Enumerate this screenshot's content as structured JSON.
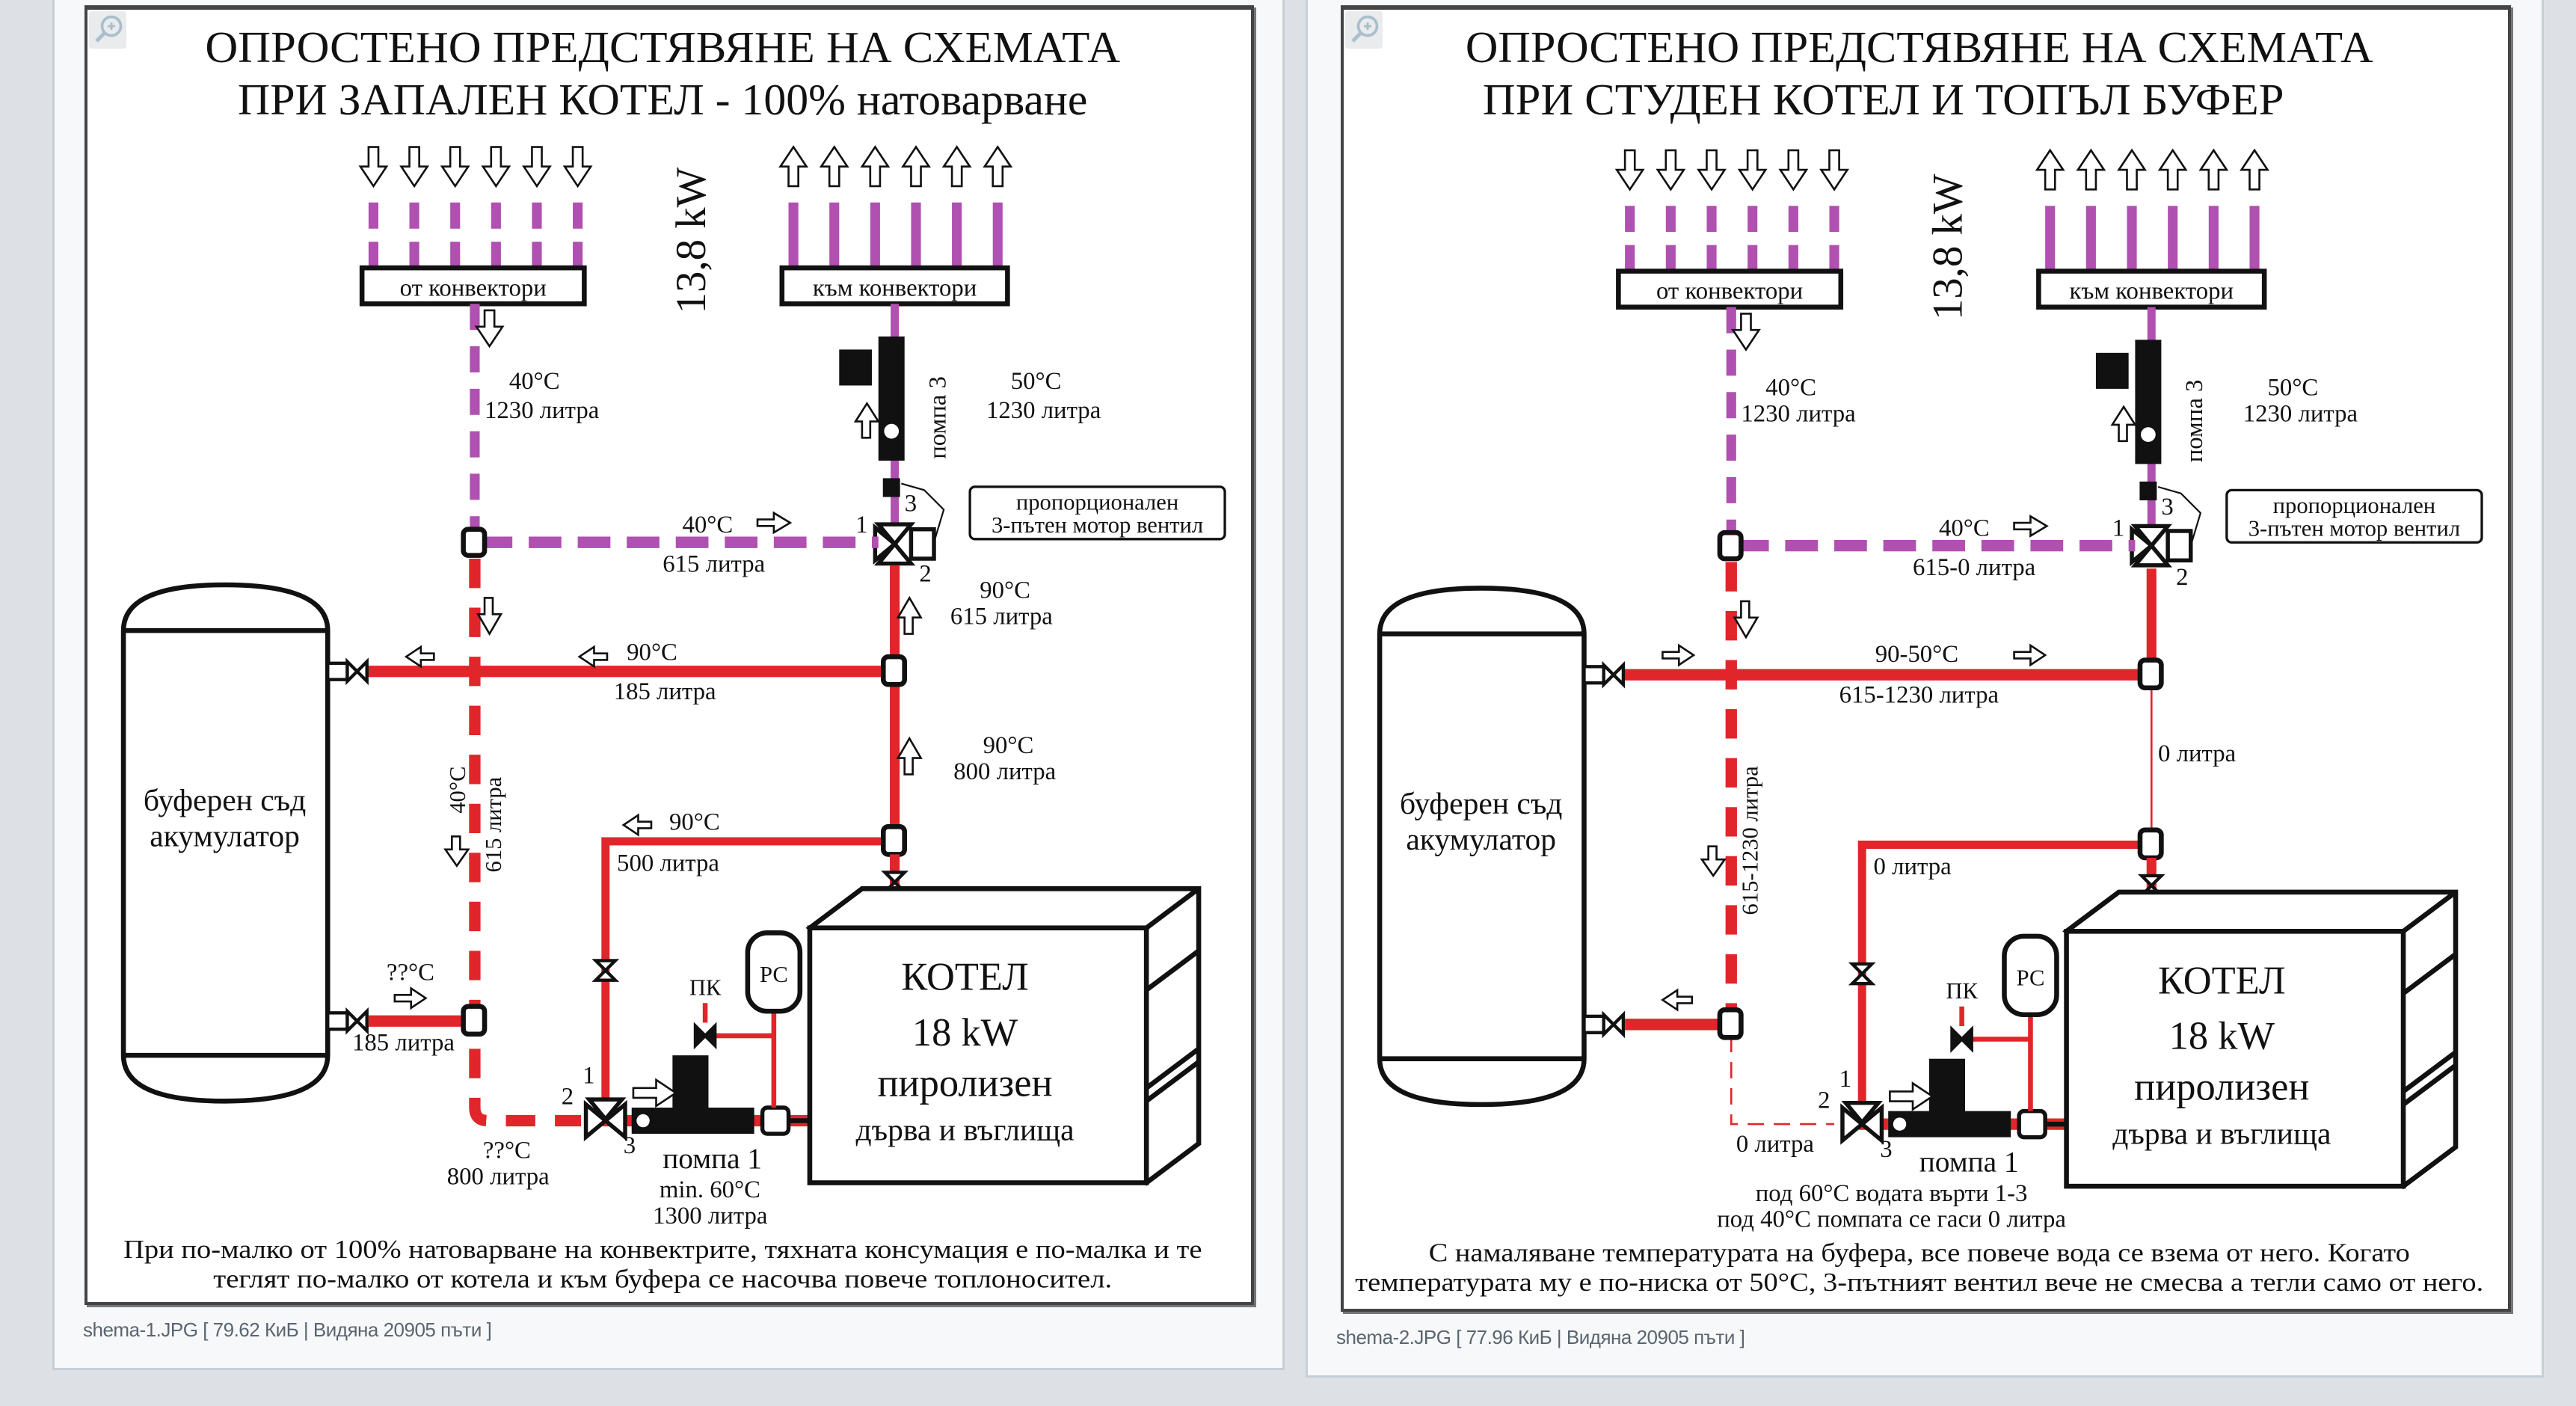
{
  "colors": {
    "hot_pipe": "#e0262a",
    "cool_pipe": "#b050b0",
    "line": "#111111",
    "page_bg": "#dde1e6",
    "card_bg": "#f7f8f9"
  },
  "attachments": [
    {
      "file_name": "shema-1.JPG",
      "size": "79.62 КиБ",
      "views": "Видяна 20905 пъти",
      "caption_prefix": "[",
      "caption_sep": "|",
      "caption_suffix": "]",
      "zoom_icon": "zoom-in-icon",
      "diagram": {
        "title_line1": "ОПРОСТЕНО ПРЕДСТЯВЯНЕ НА СХЕМАТА",
        "title_line2": "ПРИ ЗАПАЛЕН КОТЕЛ - 100% натоварване",
        "power": "13,8 kW",
        "from_convectors": "от конвектори",
        "to_convectors": "към конвектори",
        "return_temp": "40°C",
        "return_flow": "1230 литра",
        "supply_temp": "50°C",
        "supply_flow": "1230 литра",
        "pump3": "помпа 3",
        "valve_label_1": "пропорционален",
        "valve_label_2": "3-пътен мотор вентил",
        "port1": "1",
        "port2": "2",
        "port3": "3",
        "bypass_temp": "40°C",
        "bypass_flow": "615 литра",
        "riser_temp": "90°C",
        "riser_flow": "615 литра",
        "buffer_top_temp": "90°C",
        "buffer_top_flow": "185 литра",
        "boiler_out_temp": "90°C",
        "boiler_out_flow": "800 литра",
        "recirc_temp": "90°C",
        "recirc_flow": "500 литра",
        "buffer_name_1": "буферен съд",
        "buffer_name_2": "акумулатор",
        "down_temp": "40°C",
        "down_flow": "615 литра",
        "buffer_bot_temp": "??°C",
        "buffer_bot_flow": "185 литра",
        "mix_temp": "??°C",
        "mix_flow": "800 литра",
        "pump1": "помпа 1",
        "pump1_note_1": "min. 60°C",
        "pump1_note_2": "1300 литра",
        "pk": "ПК",
        "rs": "РС",
        "boiler_1": "КОТЕЛ",
        "boiler_2": "18 kW",
        "boiler_3": "пиролизен",
        "boiler_4": "дърва и въглища",
        "footer_1": "При по-малко от 100% натоварване на конвектрите, тяхната консумация е по-малка и те",
        "footer_2": "теглят по-малко от котела и към буфера се насочва повече топлоносител."
      }
    },
    {
      "file_name": "shema-2.JPG",
      "size": "77.96 КиБ",
      "views": "Видяна 20905 пъти",
      "caption_prefix": "[",
      "caption_sep": "|",
      "caption_suffix": "]",
      "zoom_icon": "zoom-in-icon",
      "diagram": {
        "title_line1": "ОПРОСТЕНО ПРЕДСТЯВЯНЕ НА СХЕМАТА",
        "title_line2": "ПРИ СТУДЕН КОТЕЛ И ТОПЪЛ БУФЕР",
        "power": "13,8 kW",
        "from_convectors": "от конвектори",
        "to_convectors": "към конвектори",
        "return_temp": "40°C",
        "return_flow": "1230 литра",
        "supply_temp": "50°C",
        "supply_flow": "1230 литра",
        "pump3": "помпа 3",
        "valve_label_1": "пропорционален",
        "valve_label_2": "3-пътен мотор вентил",
        "port1": "1",
        "port2": "2",
        "port3": "3",
        "bypass_temp": "40°C",
        "bypass_flow": "615-0 литра",
        "buffer_top_temp": "90-50°C",
        "buffer_top_flow": "615-1230 литра",
        "boiler_out_flow": "0 литра",
        "recirc_flow": "0 литра",
        "buffer_name_1": "буферен съд",
        "buffer_name_2": "акумулатор",
        "down_flow": "615-1230 литра",
        "mix_flow": "0 литра",
        "pump1": "помпа 1",
        "pump1_note_1": "под 60°C водата върти 1-3",
        "pump1_note_2": "под 40°C помпата се гаси 0 литра",
        "pk": "ПК",
        "rs": "РС",
        "boiler_1": "КОТЕЛ",
        "boiler_2": "18 kW",
        "boiler_3": "пиролизен",
        "boiler_4": "дърва и въглища",
        "footer_1": "С намаляване температурата на буфера, все повече вода се взема от него. Когато",
        "footer_2": "температурата му е по-ниска от 50°C, 3-пътният вентил вече не смесва а тегли само от него."
      }
    }
  ]
}
